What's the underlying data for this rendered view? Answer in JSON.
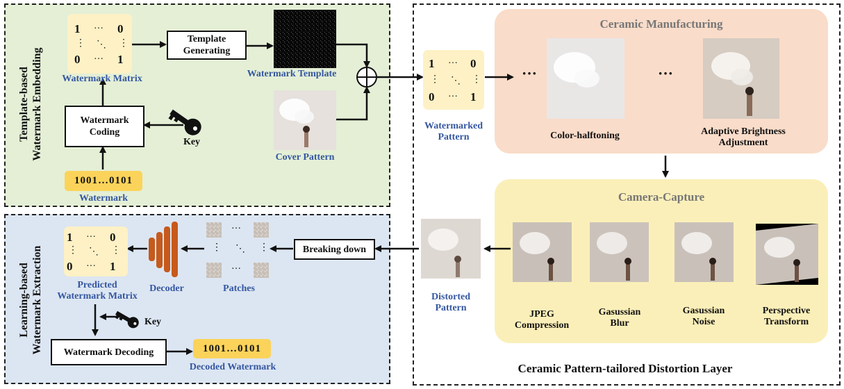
{
  "embedding": {
    "title_line1": "Template-based",
    "title_line2": "Watermark  Embedding",
    "matrix": {
      "r1c1": "1",
      "r1c2": "···",
      "r1c3": "0",
      "r2c1": "⋮",
      "r2c2": "⋱",
      "r2c3": "⋮",
      "r3c1": "0",
      "r3c2": "···",
      "r3c3": "1"
    },
    "matrix_label": "Watermark Matrix",
    "template_box_line1": "Template",
    "template_box_line2": "Generating",
    "template_label": "Watermark Template",
    "coding_box_line1": "Watermark",
    "coding_box_line2": "Coding",
    "key_label": "Key",
    "cover_label": "Cover Pattern",
    "bits": "1001…0101",
    "bits_label": "Watermark"
  },
  "watermarked": {
    "matrix": {
      "r1c1": "1",
      "r1c2": "···",
      "r1c3": "0",
      "r2c1": "⋮",
      "r2c2": "⋱",
      "r2c3": "⋮",
      "r3c1": "0",
      "r3c2": "···",
      "r3c3": "1"
    },
    "label_line1": "Watermarked",
    "label_line2": "Pattern"
  },
  "distortion": {
    "layer_label": "Ceramic Pattern-tailored Distortion Layer",
    "manufacturing": {
      "title": "Ceramic Manufacturing",
      "ellipsis1": "···",
      "ellipsis2": "···",
      "halftone_label": "Color-halftoning",
      "brightness_line1": "Adaptive Brightness",
      "brightness_line2": "Adjustment"
    },
    "capture": {
      "title": "Camera-Capture",
      "jpeg_line1": "JPEG",
      "jpeg_line2": "Compression",
      "blur_line1": "Gasussian",
      "blur_line2": "Blur",
      "noise_line1": "Gasussian",
      "noise_line2": "Noise",
      "persp_line1": "Perspective",
      "persp_line2": "Transform"
    },
    "distorted_line1": "Distorted",
    "distorted_line2": "Pattern"
  },
  "extraction": {
    "title_line1": "Learning-based",
    "title_line2": "Watermark  Extraction",
    "breaking_box": "Breaking down",
    "patches_label": "Patches",
    "patch_dots": {
      "h1": "···",
      "h2": "···",
      "v1": "⋮",
      "v2": "⋮",
      "d": "⋱"
    },
    "decoder_label": "Decoder",
    "matrix": {
      "r1c1": "1",
      "r1c2": "···",
      "r1c3": "0",
      "r2c1": "⋮",
      "r2c2": "⋱",
      "r2c3": "⋮",
      "r3c1": "0",
      "r3c2": "···",
      "r3c3": "1"
    },
    "predicted_line1": "Predicted",
    "predicted_line2": "Watermark Matrix",
    "key_label": "Key",
    "decoding_box": "Watermark Decoding",
    "bits": "1001…0101",
    "decoded_label": "Decoded Watermark"
  },
  "colors": {
    "green_panel": "#e4efd6",
    "blue_panel": "#dce6f2",
    "pink_panel": "#f9dcc9",
    "yellow_panel": "#fbefb9",
    "matrix_fill": "#fdf1c5",
    "bits_fill": "#fbd35a",
    "decoder": "#c65a1d",
    "blue_text": "#3557a0"
  }
}
